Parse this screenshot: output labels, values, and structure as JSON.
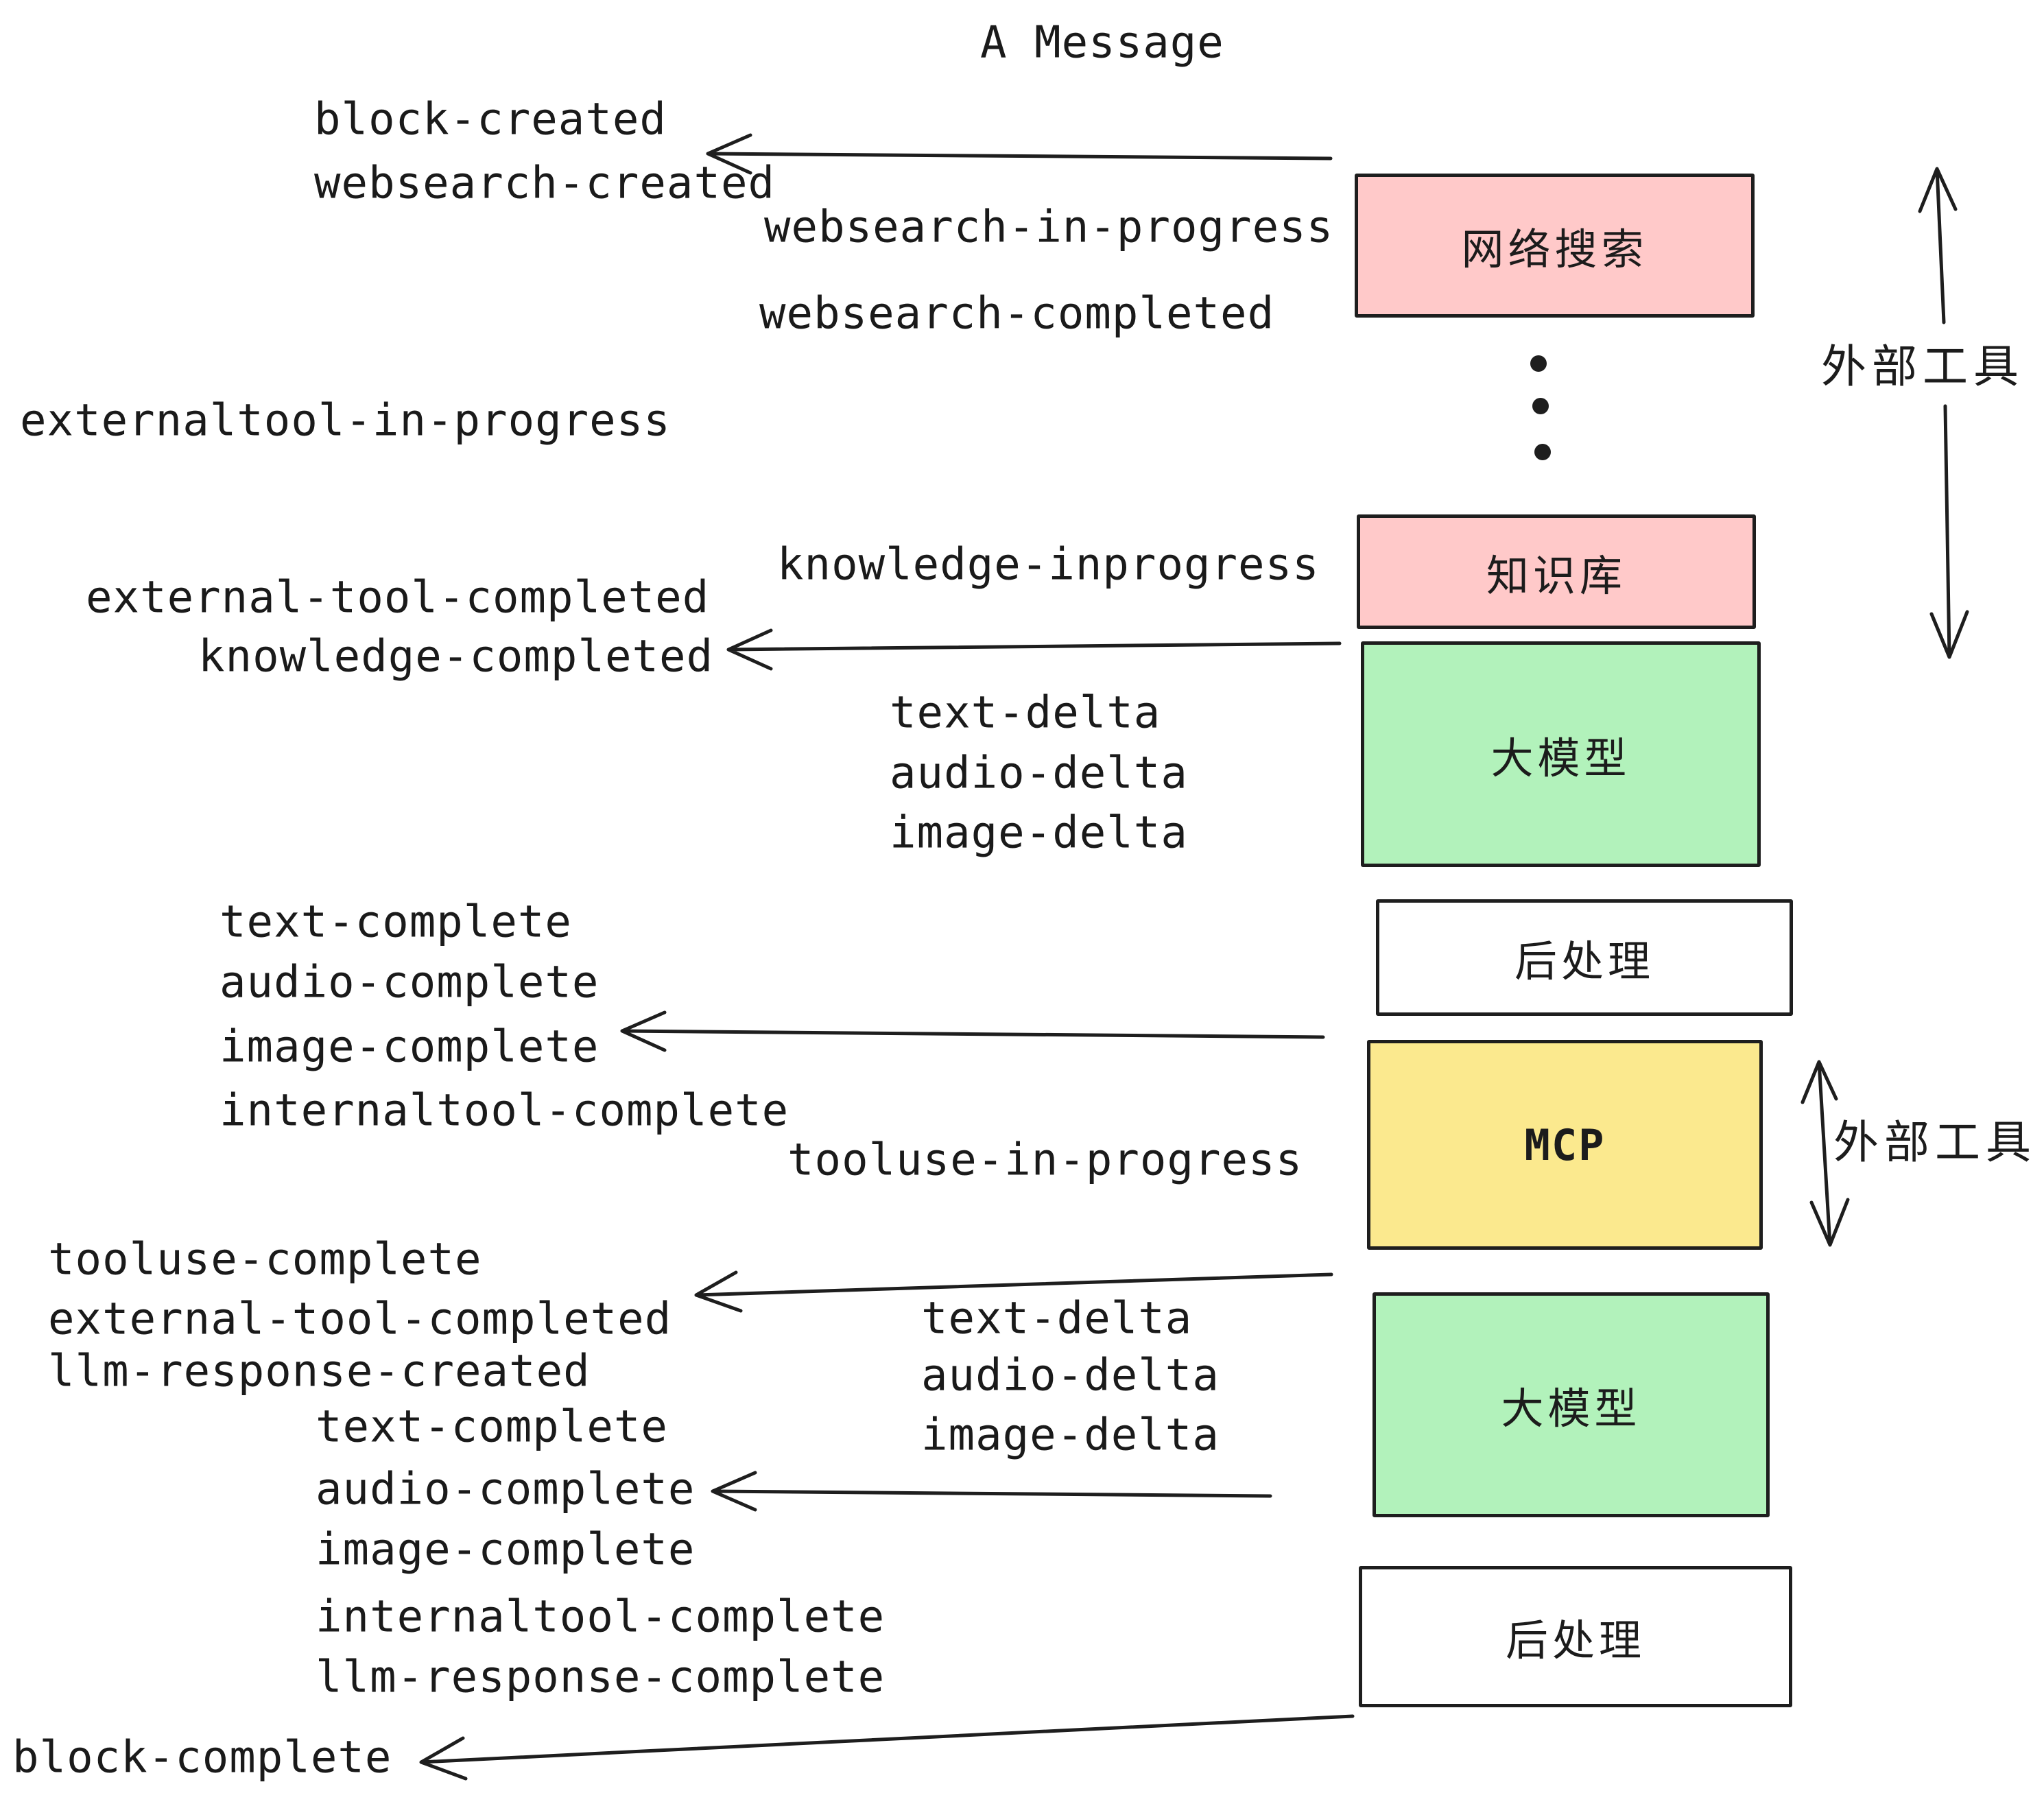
{
  "title": "A Message",
  "colors": {
    "border": "#1e1e1e",
    "pink": "#ffc9c9",
    "green": "#b2f2bb",
    "yellow": "#fbe98e",
    "white": "#ffffff",
    "text": "#1a1a1a"
  },
  "boxes": [
    {
      "id": "websearch",
      "label": "网络搜索",
      "fill": "pink"
    },
    {
      "id": "knowledge",
      "label": "知识库",
      "fill": "pink"
    },
    {
      "id": "llm-1",
      "label": "大模型",
      "fill": "green"
    },
    {
      "id": "postprocess-1",
      "label": "后处理",
      "fill": "white"
    },
    {
      "id": "mcp",
      "label": "MCP",
      "fill": "yellow"
    },
    {
      "id": "llm-2",
      "label": "大模型",
      "fill": "green"
    },
    {
      "id": "postprocess-2",
      "label": "后处理",
      "fill": "white"
    }
  ],
  "side_labels": [
    {
      "text": "外部工具"
    },
    {
      "text": "外部工具"
    }
  ],
  "events": [
    {
      "name": "block-created",
      "text": "block-created"
    },
    {
      "name": "websearch-created",
      "text": "websearch-created"
    },
    {
      "name": "websearch-in-progress",
      "text": "websearch-in-progress"
    },
    {
      "name": "websearch-completed",
      "text": "websearch-completed"
    },
    {
      "name": "externaltool-in-progress",
      "text": "externaltool-in-progress"
    },
    {
      "name": "knowledge-inprogress",
      "text": "knowledge-inprogress"
    },
    {
      "name": "external-tool-completed",
      "text": "external-tool-completed"
    },
    {
      "name": "knowledge-completed",
      "text": "knowledge-completed"
    },
    {
      "name": "text-delta-1",
      "text": "text-delta"
    },
    {
      "name": "audio-delta-1",
      "text": "audio-delta"
    },
    {
      "name": "image-delta-1",
      "text": "image-delta"
    },
    {
      "name": "text-complete-1",
      "text": "text-complete"
    },
    {
      "name": "audio-complete-1",
      "text": "audio-complete"
    },
    {
      "name": "image-complete-1",
      "text": "image-complete"
    },
    {
      "name": "internaltool-complete-1",
      "text": "internaltool-complete"
    },
    {
      "name": "tooluse-in-progress",
      "text": "tooluse-in-progress"
    },
    {
      "name": "tooluse-complete",
      "text": "tooluse-complete"
    },
    {
      "name": "external-tool-completed-2",
      "text": "external-tool-completed"
    },
    {
      "name": "llm-response-created",
      "text": "llm-response-created"
    },
    {
      "name": "text-complete-2",
      "text": "text-complete"
    },
    {
      "name": "audio-complete-2",
      "text": "audio-complete"
    },
    {
      "name": "image-complete-2",
      "text": "image-complete"
    },
    {
      "name": "internaltool-complete-2",
      "text": "internaltool-complete"
    },
    {
      "name": "llm-response-complete",
      "text": "llm-response-complete"
    },
    {
      "name": "text-delta-2",
      "text": "text-delta"
    },
    {
      "name": "audio-delta-2",
      "text": "audio-delta"
    },
    {
      "name": "image-delta-2",
      "text": "image-delta"
    },
    {
      "name": "block-complete",
      "text": "block-complete"
    }
  ]
}
